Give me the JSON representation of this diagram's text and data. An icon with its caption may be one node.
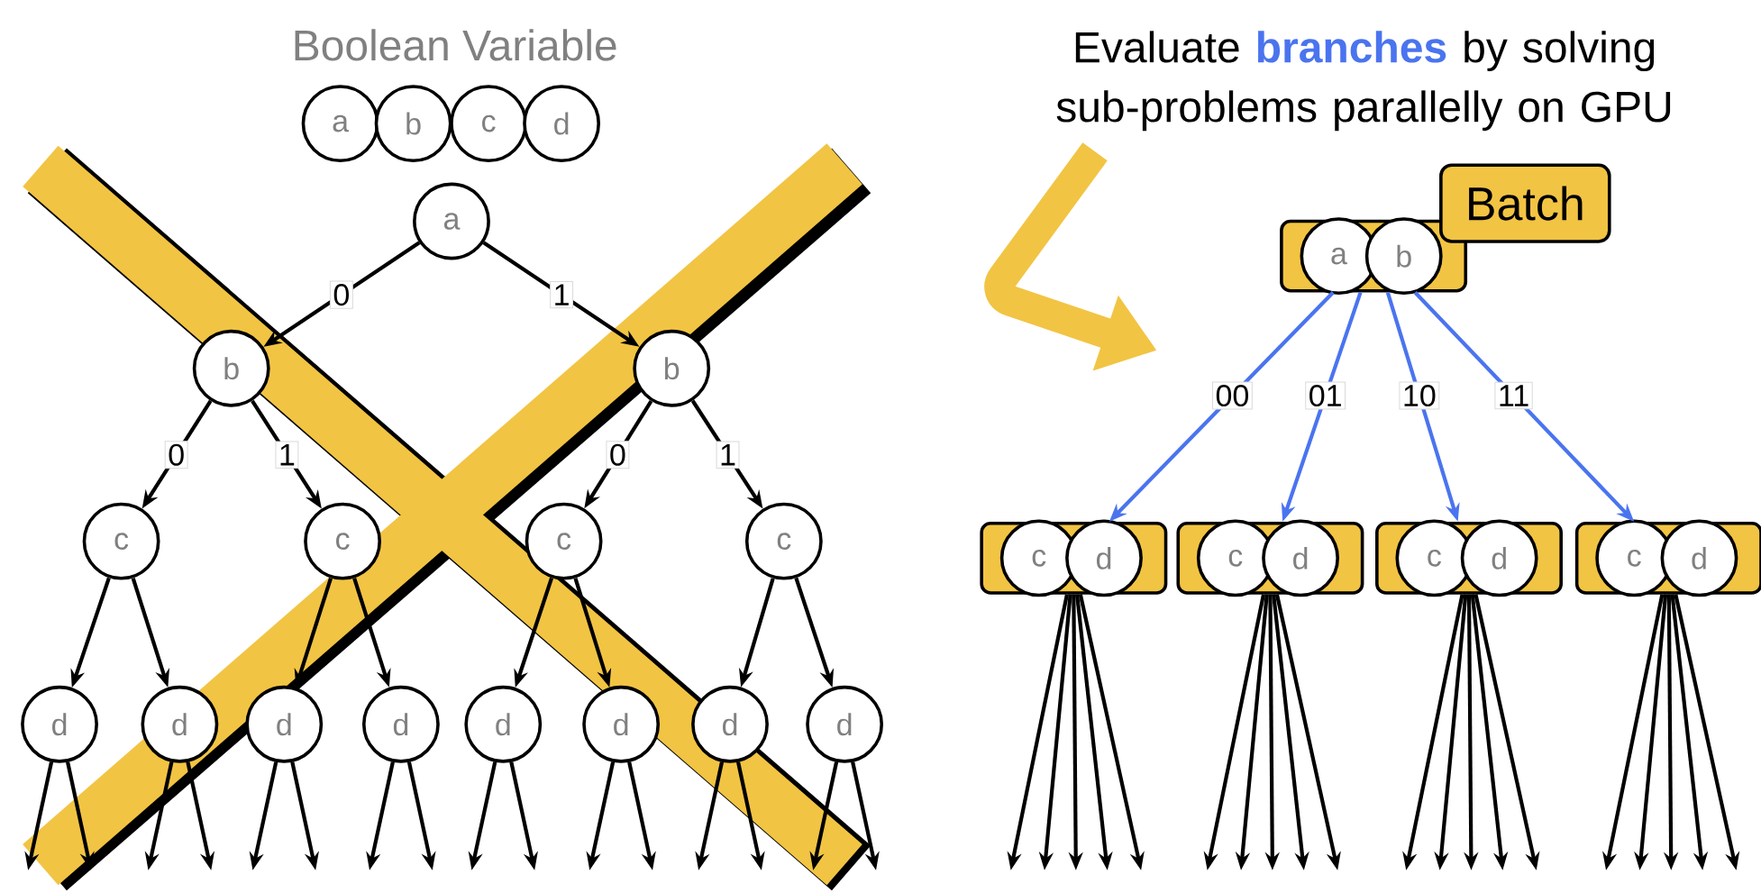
{
  "diagram": {
    "title": "Evaluate **branches** by solving sub-problems parallelly on GPU",
    "nodes": [
      {
        "text": [
          "a"
        ]
      },
      {
        "text": [
          "b"
        ]
      },
      {
        "text": [
          "c"
        ]
      },
      {
        "text": [
          "d"
        ]
      },
      {
        "text": [
          "a"
        ]
      },
      {
        "text": [
          "b"
        ]
      },
      {
        "text": [
          "b"
        ]
      },
      {
        "text": [
          "c"
        ]
      },
      {
        "text": [
          "c"
        ]
      },
      {
        "text": [
          "c"
        ]
      },
      {
        "text": [
          "c"
        ]
      },
      {
        "text": [
          "d"
        ]
      },
      {
        "text": [
          "d"
        ]
      },
      {
        "text": [
          "d"
        ]
      },
      {
        "text": [
          "d"
        ]
      },
      {
        "text": [
          "d"
        ]
      },
      {
        "text": [
          "d"
        ]
      },
      {
        "text": [
          "d"
        ]
      },
      {
        "text": [
          "d"
        ]
      },
      {
        "text": [],
        "shape": "box"
      },
      {
        "text": [
          "a"
        ],
        "in": 19
      },
      {
        "text": [
          "b"
        ],
        "in": 19
      },
      {
        "text": [
          "Batch"
        ]
      },
      {
        "text": [],
        "shape": "box"
      },
      {
        "text": [
          "c"
        ],
        "in": 23
      },
      {
        "text": [
          "d"
        ],
        "in": 23
      },
      {
        "text": [],
        "shape": "box"
      },
      {
        "text": [
          "c"
        ],
        "in": 26
      },
      {
        "text": [
          "d"
        ],
        "in": 26
      },
      {
        "text": [],
        "shape": "box"
      },
      {
        "text": [
          "c"
        ],
        "in": 29
      },
      {
        "text": [
          "d"
        ],
        "in": 29
      },
      {
        "text": [],
        "shape": "box"
      },
      {
        "text": [
          "c"
        ],
        "in": 32
      },
      {
        "text": [
          "d"
        ],
        "in": 32
      }
    ],
    "edges": [
      {
        "from": 4,
        "to": 5,
        "arrow": "to",
        "label": "0"
      },
      {
        "from": 4,
        "to": 6,
        "arrow": "to",
        "label": "1"
      },
      {
        "from": 5,
        "to": 7,
        "arrow": "to",
        "label": "0"
      },
      {
        "from": 5,
        "to": 8,
        "arrow": "to",
        "label": "1"
      },
      {
        "from": 6,
        "to": 9,
        "arrow": "to",
        "label": "0"
      },
      {
        "from": 6,
        "to": 10,
        "arrow": "to",
        "label": "1"
      },
      {
        "from": 7,
        "to": 11,
        "arrow": "to"
      },
      {
        "from": 7,
        "to": 12,
        "arrow": "to"
      },
      {
        "from": 8,
        "to": 13,
        "arrow": "to"
      },
      {
        "from": 8,
        "to": 14,
        "arrow": "to"
      },
      {
        "from": 9,
        "to": 15,
        "arrow": "to"
      },
      {
        "from": 9,
        "to": 16,
        "arrow": "to"
      },
      {
        "from": 10,
        "to": 17,
        "arrow": "to"
      },
      {
        "from": 10,
        "to": 18,
        "arrow": "to"
      },
      {
        "from": 11,
        "to": null,
        "arrow": "to"
      },
      {
        "from": 11,
        "to": null,
        "arrow": "to"
      },
      {
        "from": 12,
        "to": null,
        "arrow": "to"
      },
      {
        "from": 12,
        "to": null,
        "arrow": "to"
      },
      {
        "from": 13,
        "to": null,
        "arrow": "to"
      },
      {
        "from": 13,
        "to": null,
        "arrow": "to"
      },
      {
        "from": 14,
        "to": null,
        "arrow": "to"
      },
      {
        "from": 14,
        "to": null,
        "arrow": "to"
      },
      {
        "from": 15,
        "to": null,
        "arrow": "to"
      },
      {
        "from": 15,
        "to": null,
        "arrow": "to"
      },
      {
        "from": 16,
        "to": null,
        "arrow": "to"
      },
      {
        "from": 16,
        "to": null,
        "arrow": "to"
      },
      {
        "from": 17,
        "to": null,
        "arrow": "to"
      },
      {
        "from": 17,
        "to": null,
        "arrow": "to"
      },
      {
        "from": 18,
        "to": null,
        "arrow": "to"
      },
      {
        "from": 18,
        "to": null,
        "arrow": "to"
      },
      {
        "from": 19,
        "to": 23,
        "arrow": "to",
        "label": "00",
        "color": "#4a74ef"
      },
      {
        "from": 19,
        "to": 26,
        "arrow": "to",
        "label": "01",
        "color": "#4a74ef"
      },
      {
        "from": 19,
        "to": 29,
        "arrow": "to",
        "label": "10",
        "color": "#4a74ef"
      },
      {
        "from": 19,
        "to": 32,
        "arrow": "to",
        "label": "11",
        "color": "#4a74ef"
      },
      {
        "from": 23,
        "to": null,
        "arrow": "to"
      },
      {
        "from": 23,
        "to": null,
        "arrow": "to"
      },
      {
        "from": 23,
        "to": null,
        "arrow": "to"
      },
      {
        "from": 23,
        "to": null,
        "arrow": "to"
      },
      {
        "from": 23,
        "to": null,
        "arrow": "to"
      },
      {
        "from": 26,
        "to": null,
        "arrow": "to"
      },
      {
        "from": 26,
        "to": null,
        "arrow": "to"
      },
      {
        "from": 26,
        "to": null,
        "arrow": "to"
      },
      {
        "from": 26,
        "to": null,
        "arrow": "to"
      },
      {
        "from": 26,
        "to": null,
        "arrow": "to"
      },
      {
        "from": 29,
        "to": null,
        "arrow": "to"
      },
      {
        "from": 29,
        "to": null,
        "arrow": "to"
      },
      {
        "from": 29,
        "to": null,
        "arrow": "to"
      },
      {
        "from": 29,
        "to": null,
        "arrow": "to"
      },
      {
        "from": 29,
        "to": null,
        "arrow": "to"
      },
      {
        "from": 32,
        "to": null,
        "arrow": "to"
      },
      {
        "from": 32,
        "to": null,
        "arrow": "to"
      },
      {
        "from": 32,
        "to": null,
        "arrow": "to"
      },
      {
        "from": 32,
        "to": null,
        "arrow": "to"
      },
      {
        "from": 32,
        "to": null,
        "arrow": "to"
      }
    ],
    "labels": [
      "Boolean Variable"
    ]
  }
}
